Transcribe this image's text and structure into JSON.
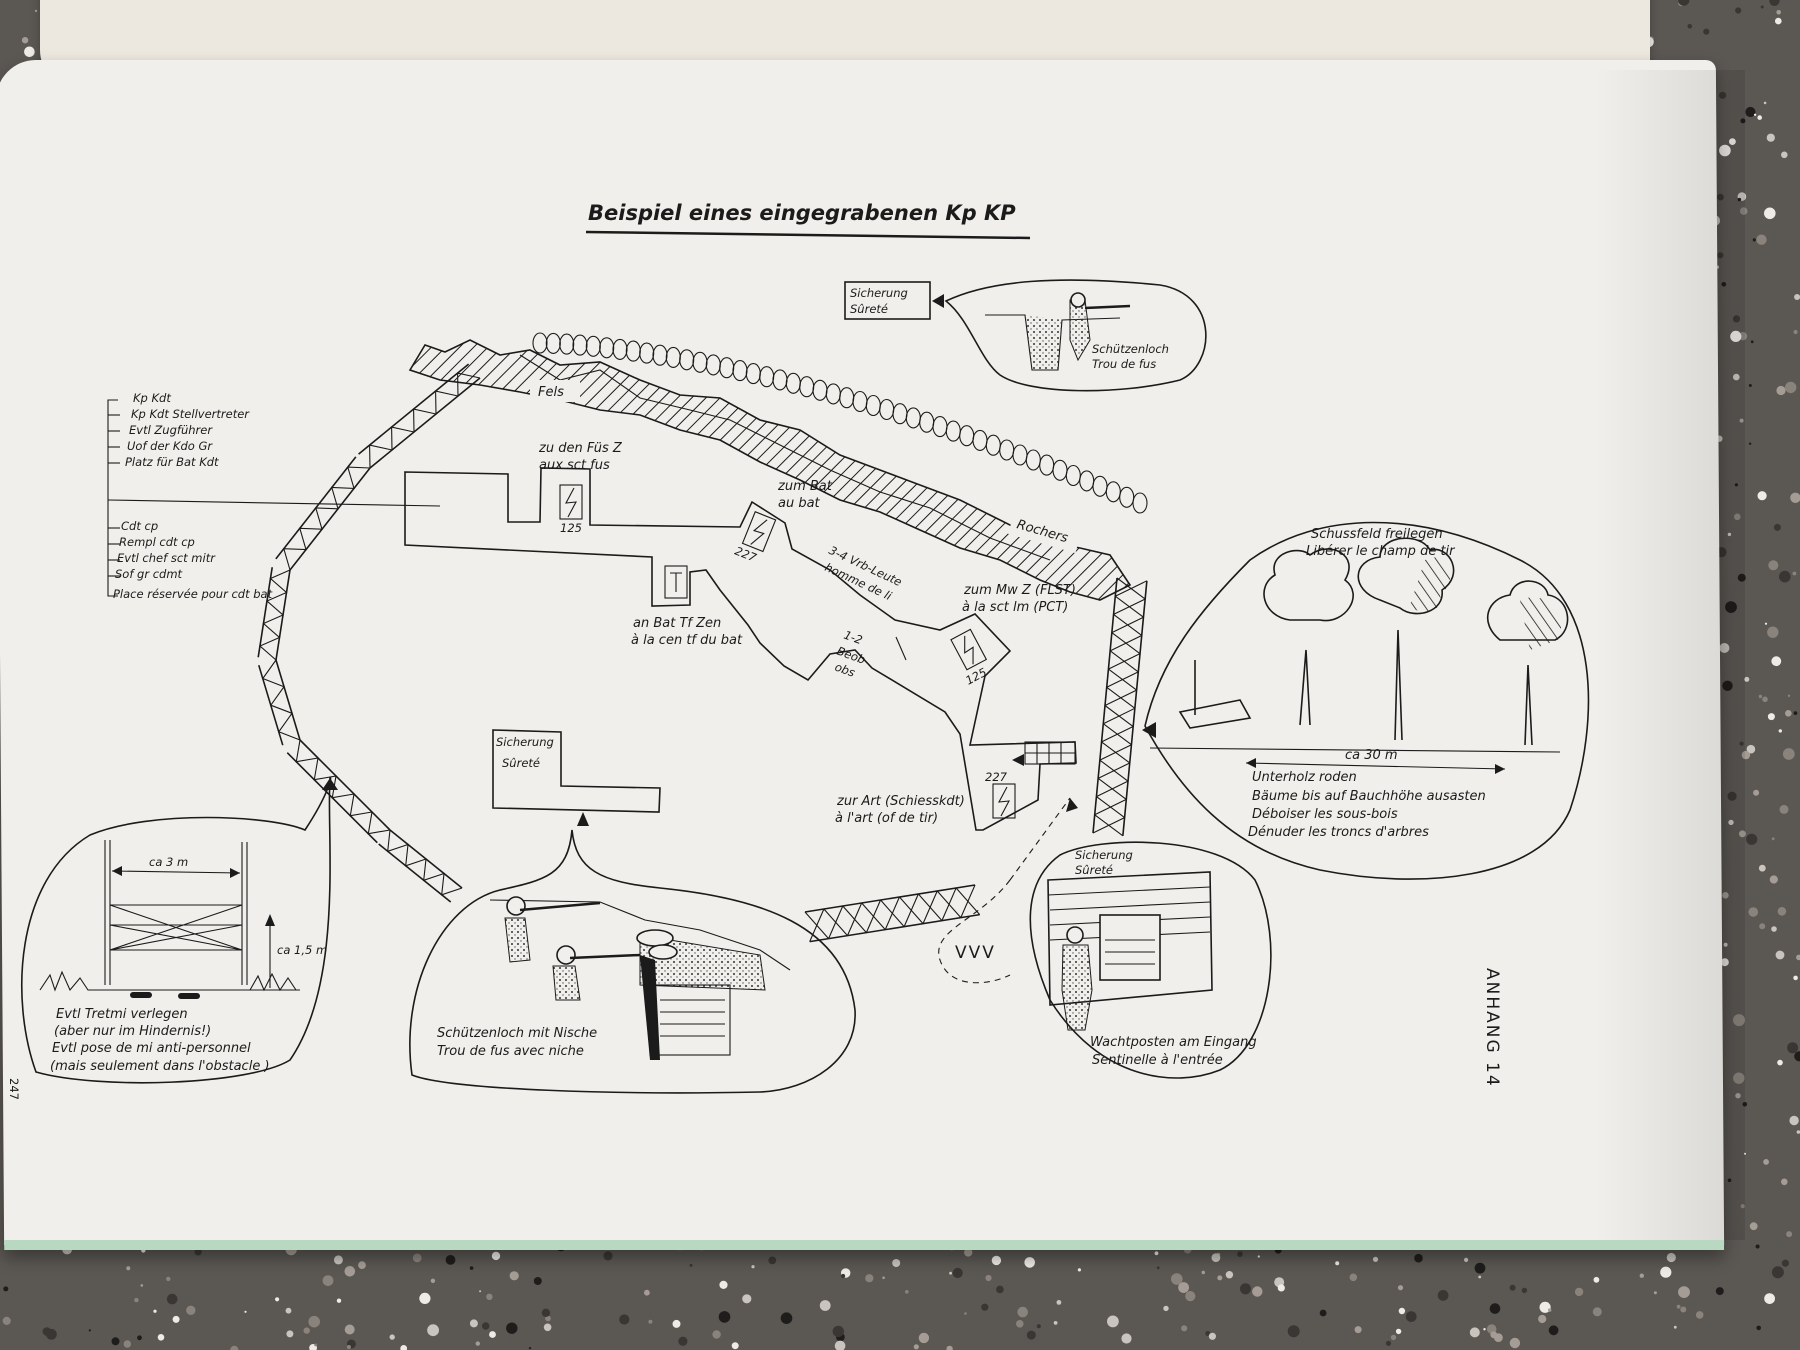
{
  "title": "Beispiel eines eingegrabenen Kp KP",
  "page_vertical": "ANHANG 14",
  "page_number": "247",
  "top_security_box": [
    "Sicherung",
    "Sûreté"
  ],
  "top_foxhole": [
    "Schützenloch",
    "Trou de fus"
  ],
  "rock_labels": {
    "fels": "Fels",
    "rochers": "Rochers"
  },
  "roles_de": [
    "Kp Kdt",
    "Kp Kdt Stellvertreter",
    "Evtl Zugführer",
    "Uof der Kdo Gr",
    "Platz für Bat Kdt"
  ],
  "roles_fr": [
    "Cdt cp",
    "Rempl cdt cp",
    "Evtl chef sct mitr",
    "Sof gr cdmt",
    "Place réservée pour cdt bat"
  ],
  "command_post": {
    "to_rifle_platoon": [
      "zu den Füs Z",
      "aux sct fus"
    ],
    "to_battalion": [
      "zum Bat",
      "au bat"
    ],
    "liaison_men": [
      "3-4 Vrb-Leute",
      "homme de li"
    ],
    "observers": [
      "1-2",
      "Beob",
      "obs"
    ],
    "to_mortar": [
      "zum Mw Z (FLST)",
      "à la sct lm (PCT)"
    ],
    "to_telephone": [
      "an Bat Tf Zen",
      "à la cen tf du bat"
    ],
    "to_artillery": [
      "zur Art (Schiesskdt)",
      "à l'art (of de tir)"
    ],
    "radio_125_a": "125",
    "radio_227_a": "227",
    "radio_125_b": "125",
    "radio_227_b": "227"
  },
  "middle_security_box": [
    "Sicherung",
    "Sûreté"
  ],
  "field_of_fire": {
    "title": [
      "Schussfeld freilegen",
      "Libérer le champ de tir"
    ],
    "distance": "ca 30 m",
    "instructions": [
      "Unterholz roden",
      "Bäume bis auf Bauchhöhe ausasten",
      "Déboiser les sous-bois",
      "Dénuder les troncs d'arbres"
    ]
  },
  "mines": {
    "width": "ca 3 m",
    "height": "ca 1,5 m",
    "notes": [
      "Evtl Tretmi verlegen",
      "(aber nur im Hindernis!)",
      "Evtl pose de mi anti-personnel",
      "(mais seulement dans l'obstacle )"
    ]
  },
  "foxhole_niche": [
    "Schützenloch mit Nische",
    "Trou de fus avec niche"
  ],
  "sentry": {
    "security": [
      "Sicherung",
      "Sûreté"
    ],
    "caption": [
      "Wachtposten am Eingang",
      "Sentinelle à l'entrée"
    ]
  }
}
